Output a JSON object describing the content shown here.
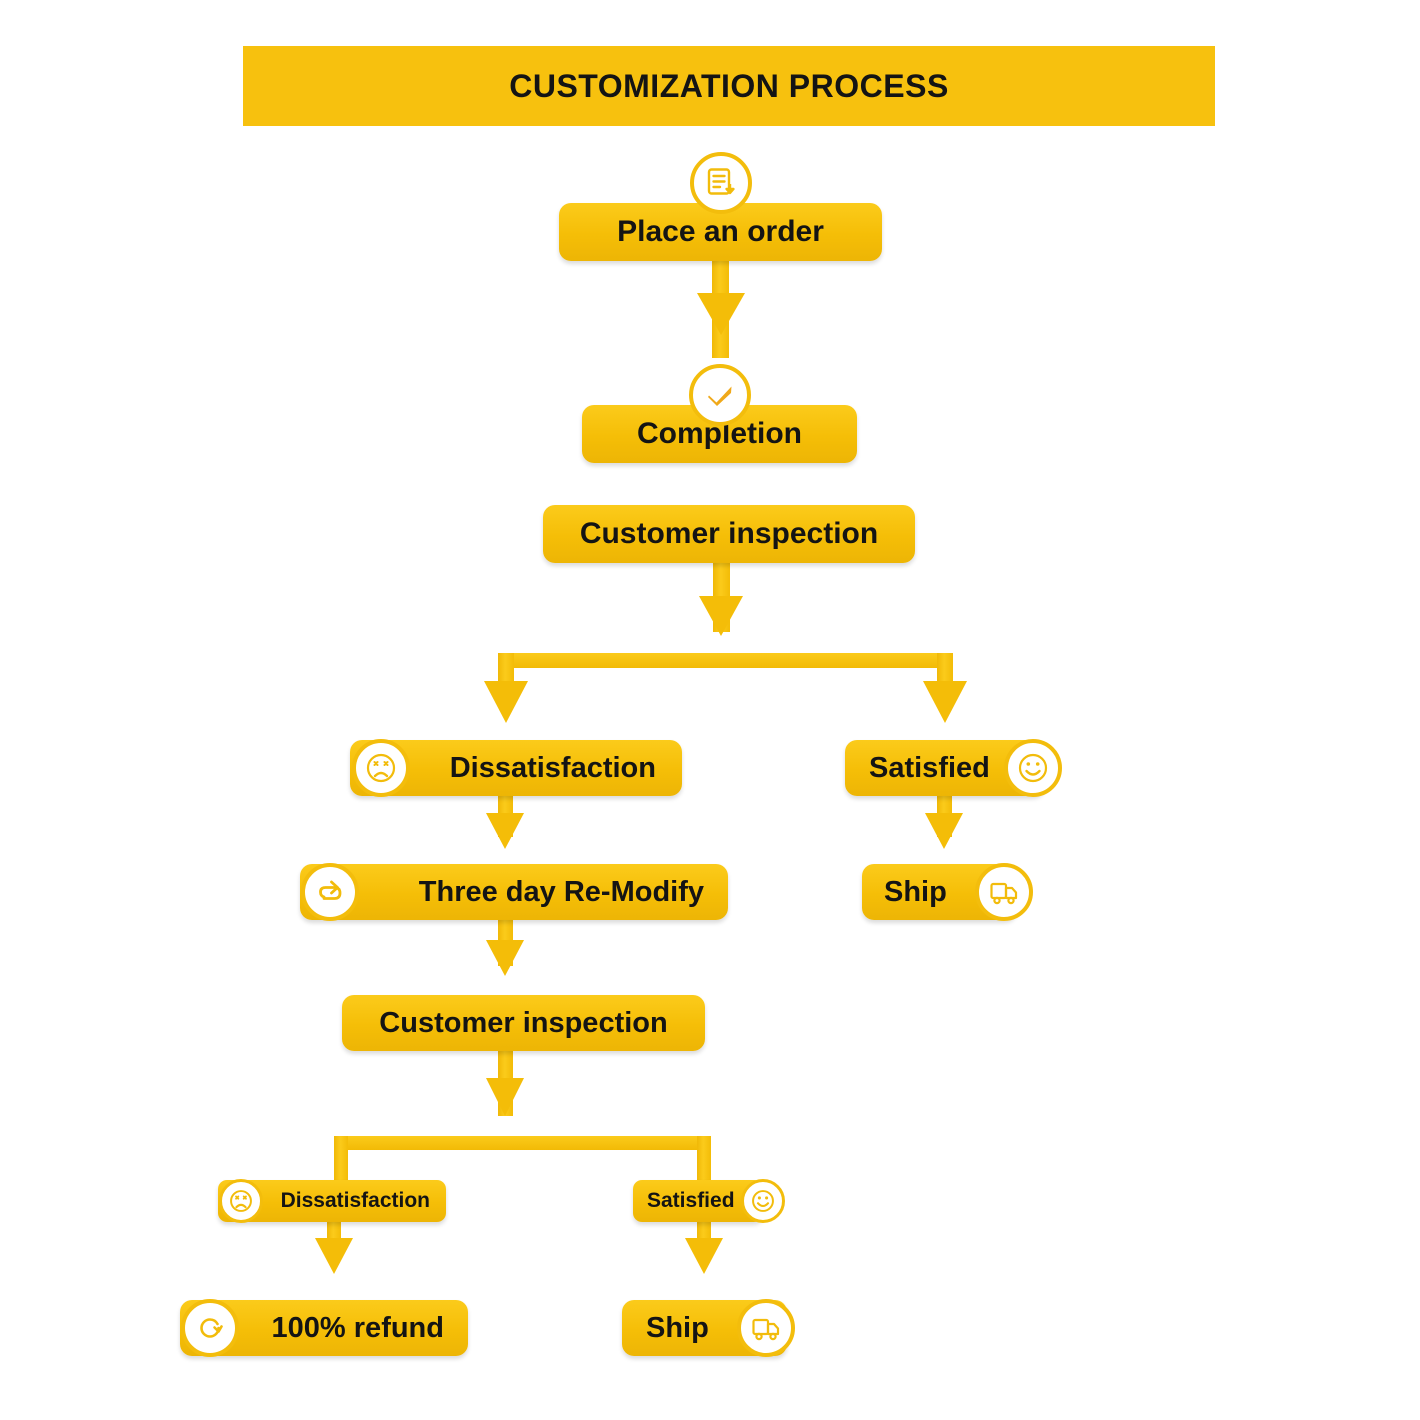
{
  "header": {
    "title": "CUSTOMIZATION PROCESS",
    "background_color": "#F7C10E",
    "text_color": "#141414"
  },
  "theme": {
    "node_fill": "#F5BE07",
    "node_fill_light": "#FBCB1B",
    "connector_color": "#F4BD08",
    "icon_stroke": "#F2BC0B",
    "icon_circle_fill": "#FFFFFF",
    "text_color": "#141414",
    "page_background": "#FFFFFF"
  },
  "diagram": {
    "type": "flowchart",
    "title": "CUSTOMIZATION PROCESS",
    "nodes": [
      {
        "id": "place-order",
        "label": "Place an order",
        "icon": "document-download-icon",
        "icon_position": "top-center"
      },
      {
        "id": "completion",
        "label": "Completion",
        "icon": "check-mark-icon",
        "icon_position": "top-center"
      },
      {
        "id": "customer-inspection-1",
        "label": "Customer inspection",
        "icon": null,
        "icon_position": null
      },
      {
        "id": "dissatisfaction-1",
        "label": "Dissatisfaction",
        "icon": "sad-face-icon",
        "icon_position": "left"
      },
      {
        "id": "satisfied-1",
        "label": "Satisfied",
        "icon": "smiley-face-icon",
        "icon_position": "right"
      },
      {
        "id": "three-day-remodify",
        "label": "Three day Re-Modify",
        "icon": "redo-arrow-icon",
        "icon_position": "left"
      },
      {
        "id": "ship-1",
        "label": "Ship",
        "icon": "delivery-truck-icon",
        "icon_position": "right"
      },
      {
        "id": "customer-inspection-2",
        "label": "Customer inspection",
        "icon": null,
        "icon_position": null
      },
      {
        "id": "dissatisfaction-2",
        "label": "Dissatisfaction",
        "icon": "sad-face-icon",
        "icon_position": "left"
      },
      {
        "id": "satisfied-2",
        "label": "Satisfied",
        "icon": "smiley-face-icon",
        "icon_position": "right"
      },
      {
        "id": "refund",
        "label": "100% refund",
        "icon": "refund-circle-arrow-icon",
        "icon_position": "left"
      },
      {
        "id": "ship-2",
        "label": "Ship",
        "icon": "delivery-truck-icon",
        "icon_position": "right"
      }
    ],
    "edges": [
      {
        "from": "place-order",
        "to": "completion",
        "type": "straight-down"
      },
      {
        "from": "completion",
        "to": "customer-inspection-1",
        "type": "adjacent"
      },
      {
        "from": "customer-inspection-1",
        "to": "split-1",
        "type": "straight-down"
      },
      {
        "from": "split-1",
        "to": "dissatisfaction-1",
        "type": "branch-left"
      },
      {
        "from": "split-1",
        "to": "satisfied-1",
        "type": "branch-right"
      },
      {
        "from": "dissatisfaction-1",
        "to": "three-day-remodify",
        "type": "straight-down"
      },
      {
        "from": "satisfied-1",
        "to": "ship-1",
        "type": "straight-down"
      },
      {
        "from": "three-day-remodify",
        "to": "customer-inspection-2",
        "type": "straight-down"
      },
      {
        "from": "customer-inspection-2",
        "to": "split-2",
        "type": "straight-down"
      },
      {
        "from": "split-2",
        "to": "dissatisfaction-2",
        "type": "branch-left"
      },
      {
        "from": "split-2",
        "to": "satisfied-2",
        "type": "branch-right"
      },
      {
        "from": "dissatisfaction-2",
        "to": "refund",
        "type": "straight-down"
      },
      {
        "from": "satisfied-2",
        "to": "ship-2",
        "type": "straight-down"
      }
    ]
  }
}
